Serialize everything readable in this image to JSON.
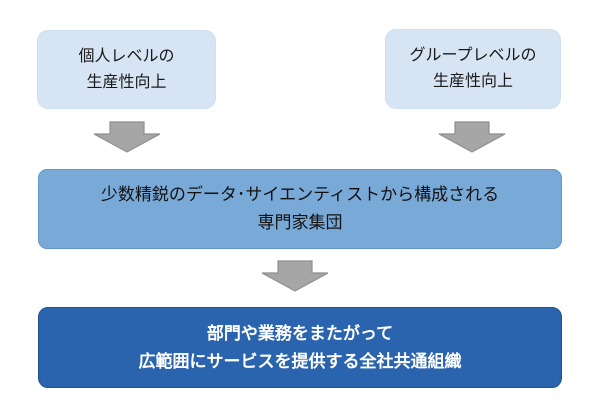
{
  "diagram": {
    "title": "data-scientist organization structure flow",
    "background_color": "#ffffff",
    "boxes": [
      {
        "id": "individual-productivity",
        "lines": [
          "個人レベルの",
          "生産性向上"
        ],
        "fill": "#d6e4f3",
        "text_color": "#1a1a1a"
      },
      {
        "id": "group-productivity",
        "lines": [
          "グループレベルの",
          "生産性向上"
        ],
        "fill": "#d6e4f3",
        "text_color": "#1a1a1a"
      },
      {
        "id": "expert-team",
        "lines": [
          "少数精鋭のデータ･サイエンティストから構成される",
          "専門家集団"
        ],
        "fill": "#79a9d7",
        "border_color": "#6396c9",
        "text_color": "#111111"
      },
      {
        "id": "company-wide-org",
        "lines": [
          "部門や業務をまたがって",
          "広範囲にサービスを提供する全社共通組織"
        ],
        "fill": "#2a64ae",
        "border_color": "#1f5194",
        "text_color": "#ffffff"
      }
    ],
    "arrows": {
      "icon": "down-arrow-icon",
      "count": 3,
      "fill": "#a6a6a6",
      "border_color": "#8f8f8f"
    }
  }
}
